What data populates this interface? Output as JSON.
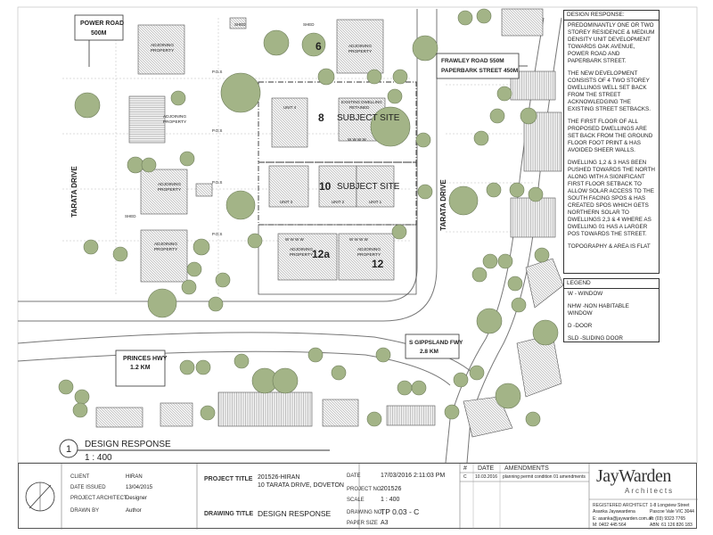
{
  "map_labels": {
    "power_road": "POWER ROAD",
    "power_road_dist": "500M",
    "frawley_road": "FRAWLEY ROAD 550M",
    "paperbark_street": "PAPERBARK STREET 450M",
    "tarata_drive_left": "TARATA DRIVE",
    "tarata_drive_right": "TARATA DRIVE",
    "princes_hwy": "PRINCES HWY",
    "princes_hwy_dist": "1.2 KM",
    "s_gippsland": "S GIPPSLAND FWY",
    "s_gippsland_dist": "2.8 KM",
    "adjoining": "ADJOINING PROPERTY",
    "adjoining_line1": "ADJOINING",
    "adjoining_line2": "PROPERTY",
    "subject_site": "SUBJECT SITE",
    "lot_6": "6",
    "lot_8": "8",
    "lot_10": "10",
    "lot_12": "12",
    "lot_12a": "12a",
    "pos": "P.O.S",
    "shed": "SHED",
    "existing_dwelling": "EXISTING DWELLING",
    "retained": "RETAINED",
    "unit_1": "UNIT 1",
    "unit_2": "UNIT 2",
    "unit_3": "UNIT 3",
    "unit_4": "UNIT 4",
    "window_marks": "W  W  W  W"
  },
  "design_response": {
    "heading": "DESIGN RESPONSE:",
    "paragraphs": [
      "PREDOMINANTLY ONE OR TWO STOREY RESIDENCE & MEDIUM DENSITY UNIT DEVELOPMENT TOWARDS OAK AVENUE, POWER ROAD AND PAPERBARK STREET.",
      "THE NEW DEVELOPMENT CONSISTS OF 4 TWO STOREY DWELLINGS WELL SET BACK FROM THE STREET ACKNOWLEDGING THE EXISTING STREET SETBACKS.",
      "THE FIRST FLOOR OF ALL PROPOSED DWELLINGS ARE SET BACK FROM THE GROUND FLOOR FOOT PRINT & HAS AVOIDED SHEER WALLS.",
      "DWELLING 1,2 & 3 HAS BEEN PUSHED TOWARDS THE NORTH ALONG WITH A SIGNIFICANT FIRST FLOOR SETBACK TO ALLOW SOLAR ACCESS TO THE SOUTH FACING SPOS & HAS CREATED SPOS WHICH GETS NORTHERN SOLAR TO DWELLINGS 2,3 & 4 WHERE AS DWELLING 01 HAS A LARGER POS TOWARDS THE STREET.",
      "TOPOGRAPHY & AREA IS FLAT"
    ]
  },
  "legend": {
    "heading": "LEGEND",
    "items": [
      "W - WINDOW",
      "NHW -NON HABITABLE WINDOW",
      "D -DOOR",
      "SLD -SLIDING DOOR"
    ]
  },
  "drawing_label": {
    "number": "1",
    "title": "DESIGN RESPONSE",
    "scale": "1 : 400"
  },
  "title_block": {
    "client_label": "CLIENT",
    "client_value": "HIRAN",
    "date_issued_label": "DATE ISSUED",
    "date_issued_value": "13/04/2015",
    "project_architect_label": "PROJECT ARCHITECT",
    "project_architect_value": "Designer",
    "drawn_by_label": "DRAWN BY",
    "drawn_by_value": "Author",
    "project_title_label": "PROJECT TITLE",
    "project_title_line1": "201526-HIRAN",
    "project_title_line2": "10 TARATA DRIVE, DOVETON",
    "drawing_title_label": "DRAWING TITLE",
    "drawing_title_value": "DESIGN RESPONSE",
    "date_label": "DATE",
    "date_value": "17/03/2016 2:11:03 PM",
    "project_no_label": "PROJECT NO.",
    "project_no_value": "201526",
    "scale_label": "SCALE",
    "scale_value": "1 : 400",
    "drawing_no_label": "DRAWING NO.",
    "drawing_no_value": "TP 0.03 - C",
    "paper_size_label": "PAPER SIZE",
    "paper_size_value": "A3",
    "amend_hash": "#",
    "amend_date": "DATE",
    "amend_heading": "AMENDMENTS",
    "amend_row_id": "C",
    "amend_row_date": "10.03.2016",
    "amend_row_text": "planning permit condition 01 amendments",
    "firm_name": "JayWarden",
    "firm_sub": "Architects",
    "registered_label": "REGISTERED ARCHITECT",
    "registered_name": "Asanka Jayawardena",
    "email": "E: asanka@jaywarden.com.au",
    "mobile": "M: 0402 445 564",
    "address_line1": "1-8 Longview Street",
    "address_line2": "Pascoe Vale VIC 3044",
    "phone": "P: (03) 9323 7765",
    "abn": "ABN: 61 126 826 183"
  }
}
